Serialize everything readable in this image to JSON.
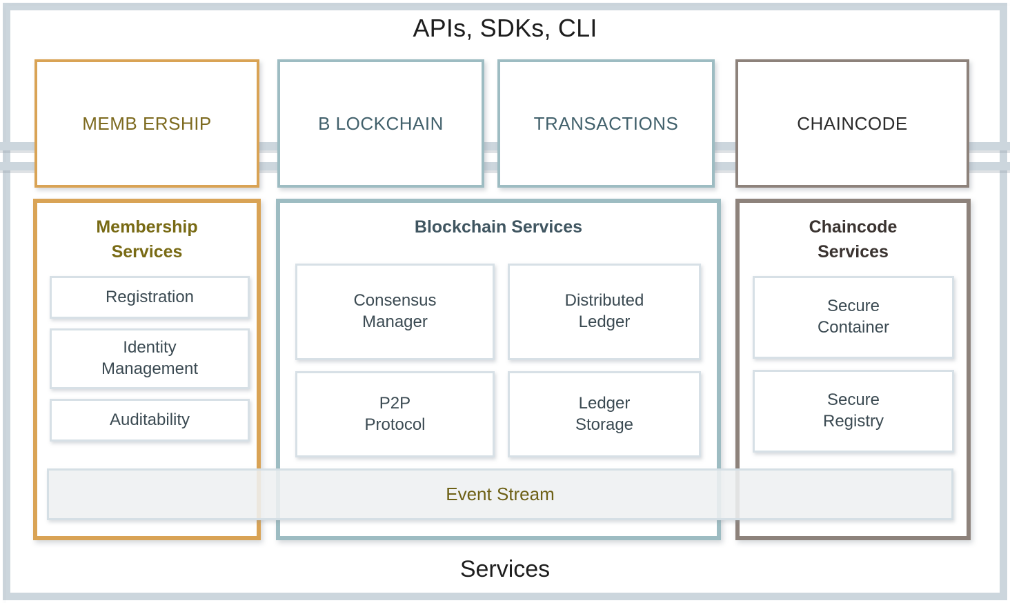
{
  "diagram": {
    "top_title": "APIs, SDKs, CLI",
    "bottom_title": "Services",
    "api_layer": {
      "boxes": [
        {
          "label": "MEMB ERSHIP",
          "color": "#d9a355"
        },
        {
          "label": "B LOCKCHAIN",
          "color": "#9dbcc2"
        },
        {
          "label": "TRANSACTIONS",
          "color": "#9dbcc2"
        },
        {
          "label": "CHAINCODE",
          "color": "#8d827b"
        }
      ]
    },
    "service_panels": [
      {
        "title": "Membership\nServices",
        "title_line1": "Membership",
        "title_line2": "Services",
        "color": "#d9a355",
        "items": [
          {
            "label": "Registration"
          },
          {
            "label": "Identity\nManagement",
            "line1": "Identity",
            "line2": "Management"
          },
          {
            "label": "Auditability"
          }
        ]
      },
      {
        "title": "Blockchain Services",
        "color": "#9dbcc2",
        "items": [
          {
            "line1": "Consensus",
            "line2": "Manager"
          },
          {
            "line1": "Distributed",
            "line2": "Ledger"
          },
          {
            "line1": "P2P",
            "line2": "Protocol"
          },
          {
            "line1": "Ledger",
            "line2": "Storage"
          }
        ]
      },
      {
        "title": "Chaincode\nServices",
        "title_line1": "Chaincode",
        "title_line2": "Services",
        "color": "#8d827b",
        "items": [
          {
            "line1": "Secure",
            "line2": "Container"
          },
          {
            "line1": "Secure",
            "line2": "Registry"
          }
        ]
      }
    ],
    "event_stream": {
      "label": "Event Stream"
    },
    "colors": {
      "frame": "#ccd6dd",
      "membership": "#d9a355",
      "blockchain": "#9dbcc2",
      "chaincode": "#8d827b",
      "inner_border": "#d7e0e6",
      "event_stream_text": "#6d6015"
    }
  }
}
